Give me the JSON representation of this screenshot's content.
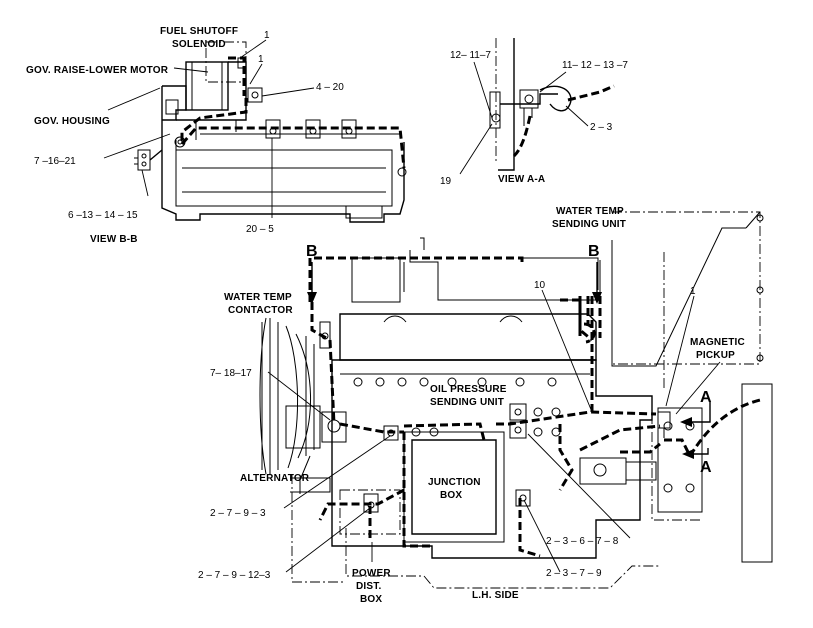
{
  "labels": {
    "fuel_shutoff_1": "FUEL SHUTOFF",
    "fuel_shutoff_2": "SOLENOID",
    "gov_motor": "GOV. RAISE-LOWER MOTOR",
    "gov_housing": "GOV. HOUSING",
    "view_bb": "VIEW B-B",
    "view_aa": "VIEW A-A",
    "water_temp_sending_1": "WATER TEMP",
    "water_temp_sending_2": "SENDING UNIT",
    "water_temp_contactor_1": "WATER TEMP",
    "water_temp_contactor_2": "CONTACTOR",
    "magnetic_pickup_1": "MAGNETIC",
    "magnetic_pickup_2": "PICKUP",
    "oil_pressure_1": "OIL PRESSURE",
    "oil_pressure_2": "SENDING UNIT",
    "alternator": "ALTERNATOR",
    "junction_box_1": "JUNCTION",
    "junction_box_2": "BOX",
    "power_dist_1": "POWER",
    "power_dist_2": "DIST.",
    "power_dist_3": "BOX",
    "lh_side": "L.H. SIDE",
    "section_b_left": "B",
    "section_b_right": "B",
    "section_a_top": "A",
    "section_a_bottom": "A"
  },
  "callouts": {
    "c_1_top": "1",
    "c_1_solenoid": "1",
    "c_4_20": "4 – 20",
    "c_7_16_21": "7 –16–21",
    "c_6_13_14_15": "6 –13 – 14 – 15",
    "c_20_5": "20 – 5",
    "c_12_11_7": "12– 11–7",
    "c_11_12_13_7": "11– 12 – 13 –7",
    "c_2_3_aa": "2 – 3",
    "c_19": "19",
    "c_10": "10",
    "c_1_pickup": "1",
    "c_7_18_17": "7– 18–17",
    "c_2_7_9_3": "2 – 7 – 9 – 3",
    "c_2_7_9_12_3": "2 – 7 – 9 – 12–3",
    "c_2_3_6_7_8": "2 – 3 – 6 – 7 – 8",
    "c_2_3_7_9": "2 – 3 – 7 – 9"
  }
}
